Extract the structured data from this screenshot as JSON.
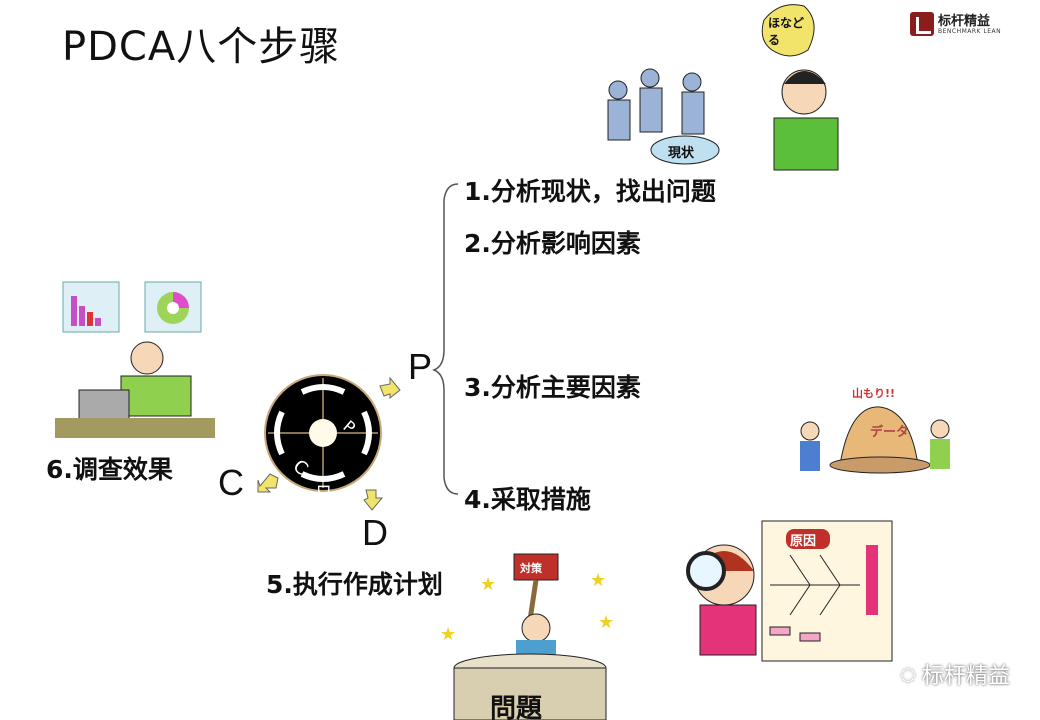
{
  "title": "PDCA八个步骤",
  "logo": {
    "name_cn": "标杆精益",
    "name_en": "BENCHMARK LEAN"
  },
  "phases": {
    "p": "P",
    "d": "D",
    "c": "C"
  },
  "wheel_labels": {
    "p": "P",
    "d": "D",
    "c": "C"
  },
  "steps": [
    "1.分析现状，找出问题",
    "2.分析影响因素",
    "3.分析主要因素",
    "4.采取措施",
    "5.执行作成计划",
    "6.调查效果"
  ],
  "illustrations": {
    "current_state": "現状",
    "speech": "ほなどる",
    "pile": "山もり!!",
    "data": "データ",
    "cause": "原因",
    "countermeasure": "対策",
    "problem": "問題"
  },
  "watermark": "标杆精益",
  "colors": {
    "arrow": "#f2e36b",
    "wheel": "#000000",
    "brace": "#555555"
  }
}
